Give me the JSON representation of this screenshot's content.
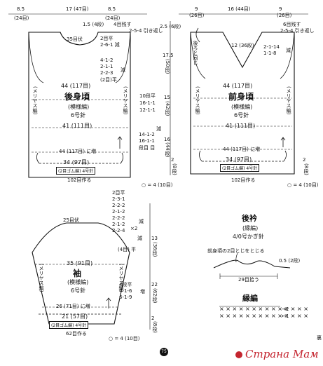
{
  "back": {
    "top_dims": [
      "8.5",
      "17 (47目)",
      "8.5"
    ],
    "top_sub": [
      "(24目)",
      "(24目)"
    ],
    "rows_top": [
      "1.5 (4段)",
      "4目残す",
      "2-5-4 引き返し"
    ],
    "neck_dec": [
      "2目平",
      "2-6-1 減"
    ],
    "neck_label": "35目伏",
    "arm_dec": [
      "4-1-2",
      "2-1-1",
      "2-2-3"
    ],
    "arm_right": [
      "(2目)平",
      "減"
    ],
    "height_armhole": "17.5",
    "height_armhole_sub": "(50段)",
    "width_body": "44 (117目)",
    "title": "後身頃",
    "pattern": "(模様編)",
    "needle": "6号針",
    "side_stockinette": "(メリヤス編)",
    "width_mid": "41 (111目)",
    "side_dec": [
      "10段平",
      "16-1-1",
      "12-1-1",
      "減"
    ],
    "side_inc": [
      "14-1-2",
      "16-1-1",
      "段目 目"
    ],
    "height_mid": [
      "15",
      "(42段)"
    ],
    "height_low": [
      "16",
      "(44段)"
    ],
    "incr_row": "44 (117目) に増",
    "width_rib": "34 (97目)",
    "rib_box": "(2目ゴム編) 4号針",
    "rib_height": [
      "2",
      "(8段)"
    ],
    "cast_on": "102目作る",
    "circle_eq": "○ = 4 (10目)"
  },
  "front": {
    "top_dims": [
      "9",
      "16 (44目)",
      "9"
    ],
    "top_sub": [
      "(26目)",
      "(26目)"
    ],
    "rows_top": [
      "2.5 (6段)",
      "6目残す",
      "2-5-4 引き返し"
    ],
    "neck_depth": "12 (36段)",
    "neck_dec": [
      "2-1-14",
      "1-1-8",
      "減"
    ],
    "same_as_back": "後ろと同じ",
    "title": "前身頃",
    "pattern": "(模様編)",
    "needle": "6号針",
    "width_body": "44 (117目)",
    "width_mid": "41 (111目)",
    "incr_row": "44 (117目) に増",
    "width_rib": "34 (97目)",
    "rib_box": "(2目ゴム編) 4号針",
    "rib_height": [
      "2",
      "(8段)"
    ],
    "cast_on": "102目作る",
    "circle_eq": "○ = 4 (10目)"
  },
  "sleeve": {
    "cap_top": "25目伏",
    "cap_dec": [
      "2目平",
      "2-3-1",
      "2-2-2",
      "2-1-2",
      "2-2-2",
      "2-1-2",
      "2-2-4"
    ],
    "cap_mark": [
      "減",
      "×2",
      "減"
    ],
    "cap_flat": "(4目) 平",
    "cap_height": [
      "13",
      "(36段)"
    ],
    "width_top": "35 (91目)",
    "title": "袖",
    "pattern": "(模様編)",
    "needle": "6号針",
    "side_stockinette": "(メリヤス編)",
    "inc": [
      "4段平",
      "4-1-6",
      "6-1-9"
    ],
    "inc_mark": "増",
    "height_body": [
      "22",
      "(62段)"
    ],
    "incr_row": "26 (71目) に増",
    "width_rib": "21 (57目)",
    "rib_box": "(2目ゴム編) 4号針",
    "rib_height": [
      "2",
      "(8段)"
    ],
    "cast_on": "62目作る",
    "circle_eq": "○ = 4 (10目)"
  },
  "collar": {
    "title": "後衿",
    "pattern": "(縁編)",
    "needle": "4/0号かぎ針",
    "note": "前身頃の2目とじをとじる",
    "height": "0.5 (2段)",
    "pickup": "29目拾う"
  },
  "edging": {
    "title": "縁編",
    "rows": [
      "× × × × × × × × × × × × × ×",
      "× × × × × × × × × × × × × ×"
    ],
    "row_marks": [
      "→2",
      "←1"
    ]
  },
  "footer": {
    "page": "75",
    "side_mark": "裏",
    "watermark": "Страна Мам"
  },
  "colors": {
    "ink": "#111111",
    "watermark": "#c4252f"
  }
}
